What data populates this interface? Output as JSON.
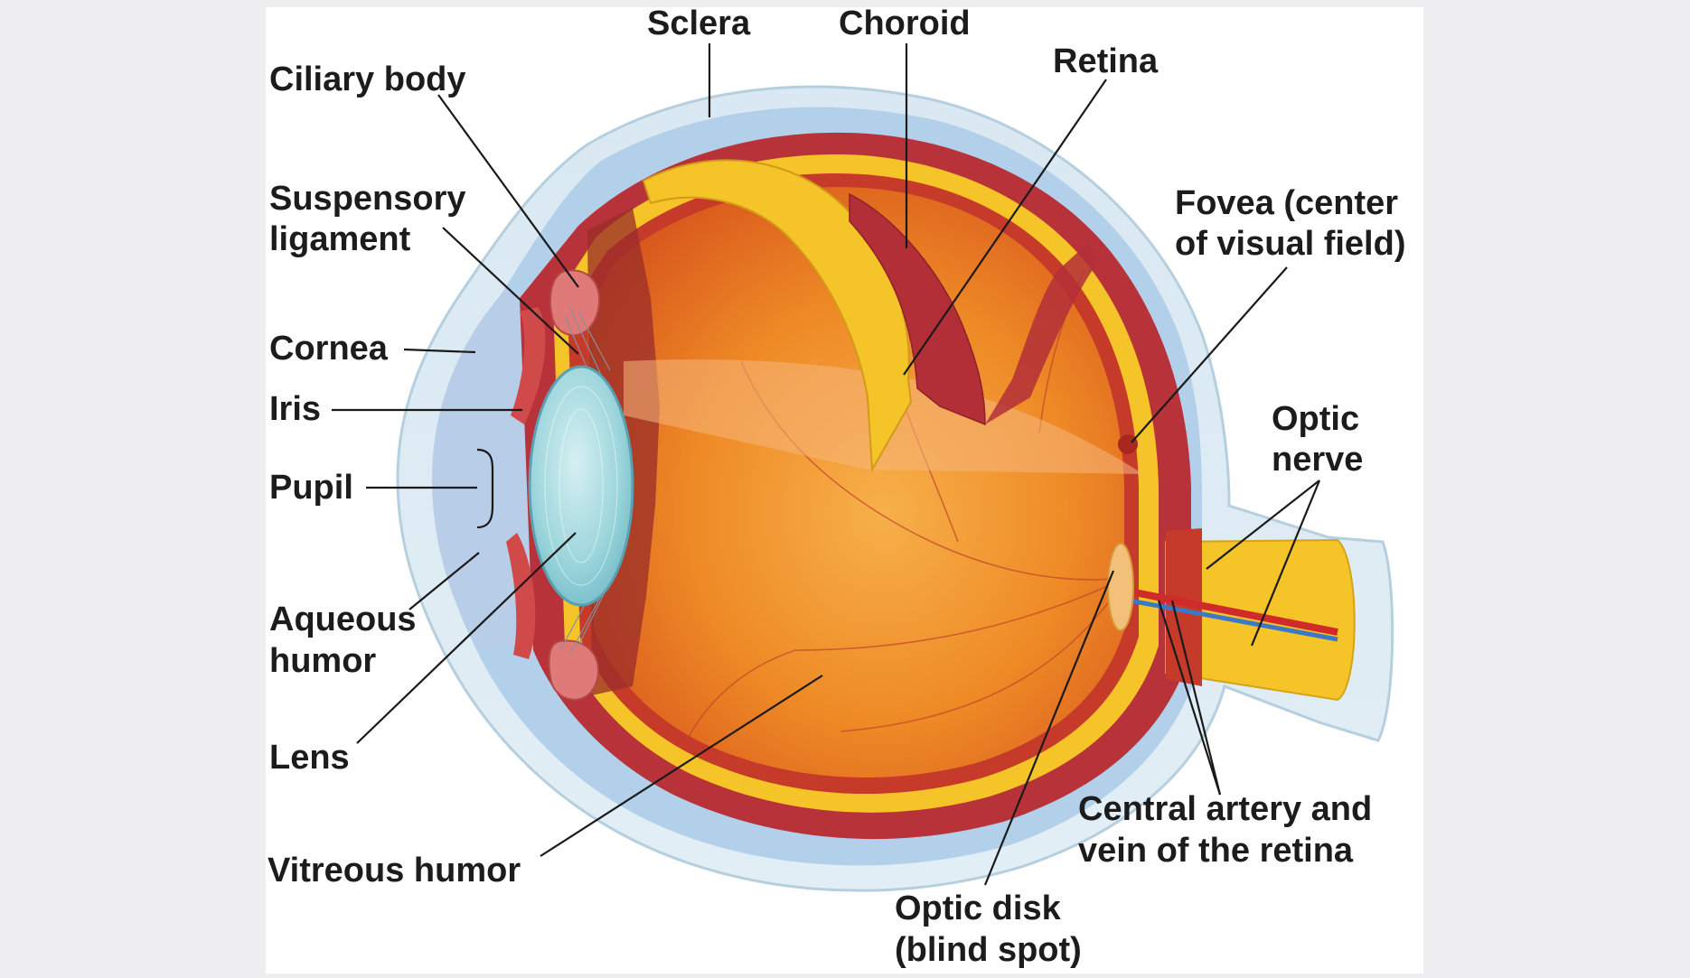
{
  "labels": {
    "sclera": "Sclera",
    "choroid": "Choroid",
    "retina": "Retina",
    "ciliary_body": "Ciliary body",
    "suspensory_1": "Suspensory",
    "suspensory_2": "ligament",
    "fovea_1": "Fovea (center",
    "fovea_2": "of visual field)",
    "cornea": "Cornea",
    "iris": "Iris",
    "pupil": "Pupil",
    "optic_nerve_1": "Optic",
    "optic_nerve_2": "nerve",
    "aqueous_1": "Aqueous",
    "aqueous_2": "humor",
    "lens": "Lens",
    "central_1": "Central artery and",
    "central_2": "vein of the retina",
    "vitreous": "Vitreous humor",
    "optic_disk_1": "Optic disk",
    "optic_disk_2": "(blind spot)"
  },
  "colors": {
    "background": "#eeeef0",
    "panel": "#ffffff",
    "sclera_outer": "#cfe3ee",
    "sclera_blue": "#a9c8e4",
    "choroid_red": "#b8323a",
    "retina_yellow": "#f4c428",
    "vitreous_orange": "#ee8a26",
    "lens_blue": "#8ed0d8",
    "artery": "#d02a2a",
    "vein": "#3a78c8"
  }
}
